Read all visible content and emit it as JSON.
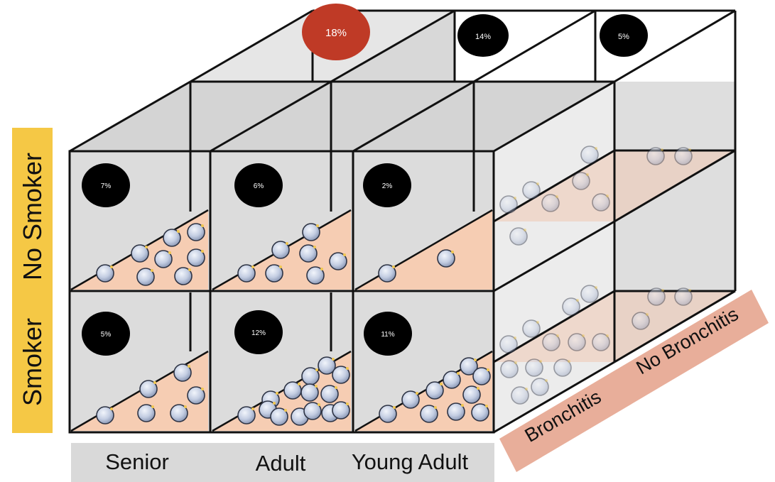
{
  "smoking_axis": {
    "labels": [
      "No Smoker",
      "Smoker"
    ],
    "color": "#f5c845"
  },
  "age_axis": {
    "labels": [
      "Senior",
      "Adult",
      "Young Adult"
    ],
    "color": "#d9d9d9"
  },
  "bronchitis_axis": {
    "labels": [
      "Bronchitis",
      "No Bronchitis"
    ],
    "color": "#e8ae9a"
  },
  "cells": {
    "no_smoker": {
      "senior": "7%",
      "adult": "6%",
      "young_adult": "2%"
    },
    "smoker": {
      "senior": "5%",
      "adult": "12%",
      "young_adult": "11%"
    },
    "top_row": [
      "18%",
      "14%",
      "5%"
    ]
  },
  "colors": {
    "box_face": "#dcdcdc",
    "floor": "#f6cdb3",
    "badge": "#000000",
    "highlight_badge": "#bf3a26",
    "ball": "#c8d2e6"
  }
}
